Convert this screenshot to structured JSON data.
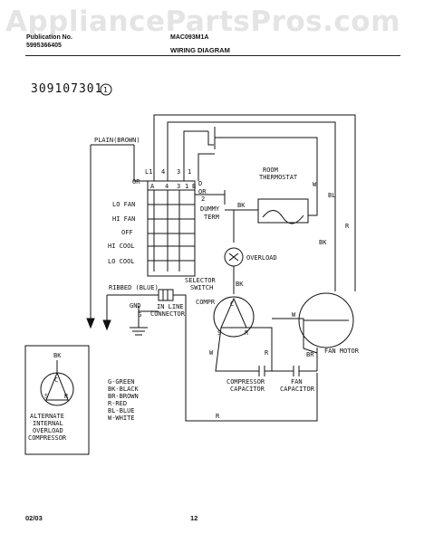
{
  "watermark": "AppliancePartsPros.com",
  "header": {
    "publication_label": "Publication No.",
    "doc_number": "5995366405",
    "model_code": "MAC093M1A",
    "title": "WIRING DIAGRAM"
  },
  "diagram_part_number": "309107301",
  "revision_mark": "1",
  "footer": {
    "date": "02/03",
    "page": "12"
  },
  "labels": {
    "plain_brown": "PLAIN(BROWN)",
    "or_left": "OR",
    "l1": "L1",
    "four": "4",
    "three": "3",
    "one": "1",
    "d": "D",
    "a": "A",
    "four_b": "4",
    "three_b": "3",
    "one_b": "1",
    "b": "B",
    "or_right": "OR",
    "two": "2",
    "dummy_term_1": "DUMMY",
    "dummy_term_2": "TERM",
    "lo_fan": "LO FAN",
    "hi_fan": "HI FAN",
    "off": "OFF",
    "hi_cool": "HI COOL",
    "lo_cool": "LO COOL",
    "selector_1": "SELECTOR",
    "selector_2": "SWITCH",
    "ribbed_blue": "RIBBED (BLUE)",
    "gnd": "GND",
    "g": "G",
    "inline_1": "IN LINE",
    "inline_2": "CONNECTOR",
    "room_thermo_1": "ROOM",
    "room_thermo_2": "THERMOSTAT",
    "w_thermo": "W",
    "bk_thermo": "BK",
    "bl": "BL",
    "r_right": "R",
    "overload": "OVERLOAD",
    "bk_overload": "BK",
    "bk_right": "BK",
    "compr": "COMPR",
    "c": "C",
    "s": "S",
    "r_comp": "R",
    "w_fan": "W",
    "br": "BR",
    "fan_motor": "FAN MOTOR",
    "w_comp": "W",
    "r_comp_wire": "R",
    "comp_cap_1": "COMPRESSOR",
    "comp_cap_2": "CAPACITOR",
    "fan_cap_1": "FAN",
    "fan_cap_2": "CAPACITOR",
    "r_bottom": "R",
    "alt_bk": "BK",
    "alt_c": "C",
    "alt_s": "S",
    "alt_r": "R",
    "alt_1": "ALTERNATE",
    "alt_2": "INTERNAL",
    "alt_3": "OVERLOAD",
    "alt_4": "COMPRESSOR"
  },
  "color_legend": [
    "G-GREEN",
    "BK-BLACK",
    "BR-BROWN",
    "R-RED",
    "BL-BLUE",
    "W-WHITE"
  ]
}
